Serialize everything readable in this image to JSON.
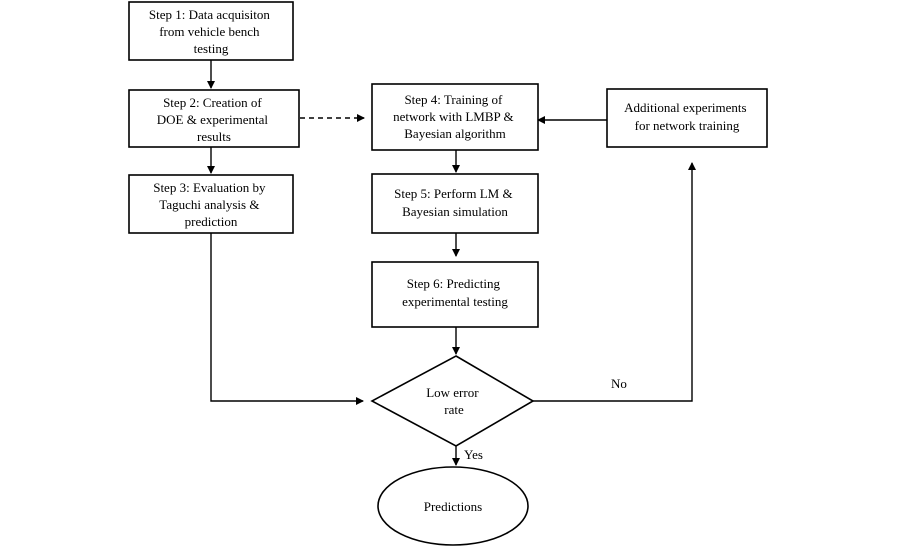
{
  "step1": {
    "lines": [
      "Step 1: Data acquisiton",
      "from vehicle bench",
      "testing"
    ]
  },
  "step2": {
    "lines": [
      "Step 2: Creation of",
      "DOE & experimental",
      "results"
    ]
  },
  "step3": {
    "lines": [
      "Step 3: Evaluation by",
      "Taguchi analysis &",
      "prediction"
    ]
  },
  "step4": {
    "lines": [
      "Step 4: Training of",
      "network with LMBP &",
      "Bayesian algorithm"
    ]
  },
  "step5": {
    "lines": [
      "Step 5: Perform LM  &",
      "Bayesian simulation"
    ]
  },
  "step6": {
    "lines": [
      "Step 6: Predicting",
      "experimental testing"
    ]
  },
  "additional": {
    "lines": [
      "Additional experiments",
      "for network training"
    ]
  },
  "decision": {
    "lines": [
      "Low error",
      "rate"
    ]
  },
  "yes_label": "Yes",
  "no_label": "No",
  "predictions": "Predictions"
}
